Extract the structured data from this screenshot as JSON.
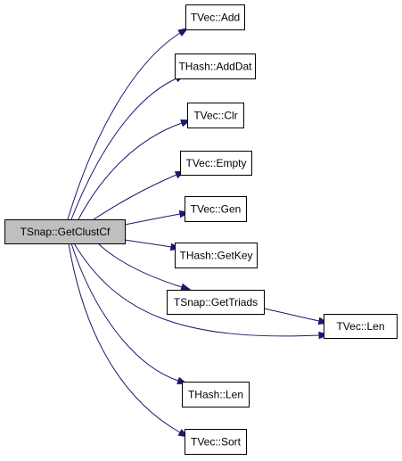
{
  "diagram": {
    "type": "call-graph",
    "colors": {
      "edge": "#191970",
      "root_fill": "#bfbfbf",
      "node_fill": "#ffffff",
      "node_border": "#000000"
    },
    "root": "TSnap::GetClustCf",
    "nodes": [
      {
        "id": "root",
        "label": "TSnap::GetClustCf"
      },
      {
        "id": "vec-add",
        "label": "TVec::Add"
      },
      {
        "id": "hash-adddat",
        "label": "THash::AddDat"
      },
      {
        "id": "vec-clr",
        "label": "TVec::Clr"
      },
      {
        "id": "vec-empty",
        "label": "TVec::Empty"
      },
      {
        "id": "vec-gen",
        "label": "TVec::Gen"
      },
      {
        "id": "hash-getkey",
        "label": "THash::GetKey"
      },
      {
        "id": "snap-gettriads",
        "label": "TSnap::GetTriads"
      },
      {
        "id": "vec-len",
        "label": "TVec::Len"
      },
      {
        "id": "hash-len",
        "label": "THash::Len"
      },
      {
        "id": "vec-sort",
        "label": "TVec::Sort"
      }
    ],
    "edges": [
      {
        "from": "root",
        "to": "vec-add"
      },
      {
        "from": "root",
        "to": "hash-adddat"
      },
      {
        "from": "root",
        "to": "vec-clr"
      },
      {
        "from": "root",
        "to": "vec-empty"
      },
      {
        "from": "root",
        "to": "vec-gen"
      },
      {
        "from": "root",
        "to": "hash-getkey"
      },
      {
        "from": "root",
        "to": "snap-gettriads"
      },
      {
        "from": "root",
        "to": "vec-len"
      },
      {
        "from": "snap-gettriads",
        "to": "vec-len"
      },
      {
        "from": "root",
        "to": "hash-len"
      },
      {
        "from": "root",
        "to": "vec-sort"
      }
    ]
  }
}
